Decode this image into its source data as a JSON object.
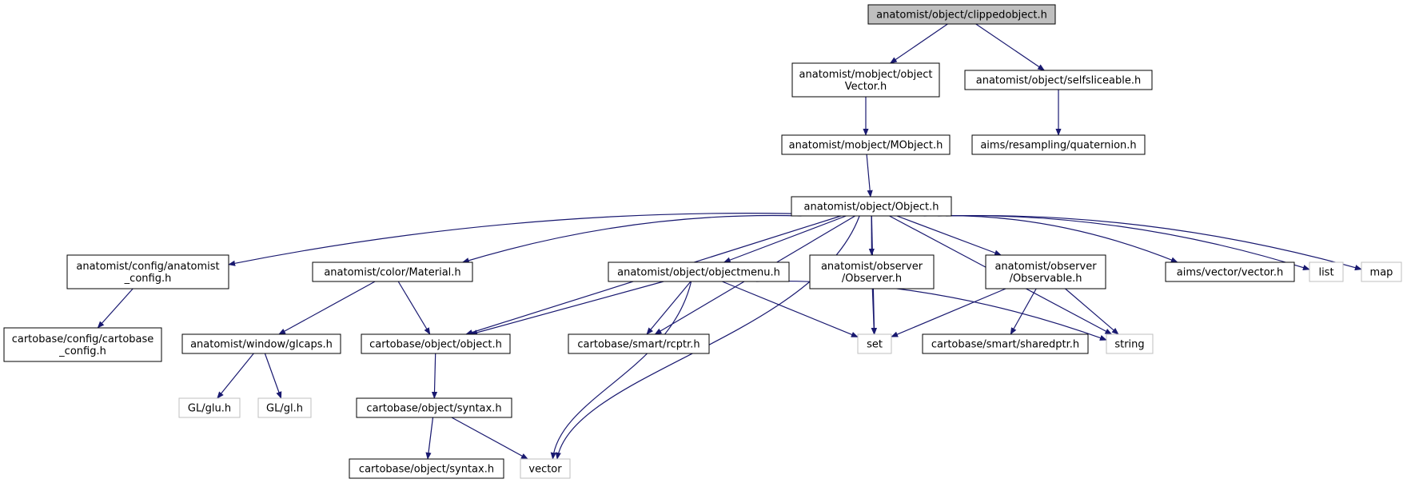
{
  "colors": {
    "edge": "#191970",
    "root_fill": "#bfbfbf",
    "node_border": "#000000",
    "external_border": "#bfbfbf",
    "node_fill": "#ffffff"
  },
  "nodes": [
    {
      "id": "clippedobject",
      "lines": [
        "anatomist/object/clippedobject.h"
      ],
      "kind": "root"
    },
    {
      "id": "objectvector",
      "lines": [
        "anatomist/mobject/object",
        "Vector.h"
      ],
      "kind": "local"
    },
    {
      "id": "selfsliceable",
      "lines": [
        "anatomist/object/selfsliceable.h"
      ],
      "kind": "local"
    },
    {
      "id": "mobject",
      "lines": [
        "anatomist/mobject/MObject.h"
      ],
      "kind": "local"
    },
    {
      "id": "quaternion",
      "lines": [
        "aims/resampling/quaternion.h"
      ],
      "kind": "local"
    },
    {
      "id": "object",
      "lines": [
        "anatomist/object/Object.h"
      ],
      "kind": "local"
    },
    {
      "id": "anatomist_config",
      "lines": [
        "anatomist/config/anatomist",
        "_config.h"
      ],
      "kind": "local"
    },
    {
      "id": "material",
      "lines": [
        "anatomist/color/Material.h"
      ],
      "kind": "local"
    },
    {
      "id": "objectmenu",
      "lines": [
        "anatomist/object/objectmenu.h"
      ],
      "kind": "local"
    },
    {
      "id": "observer",
      "lines": [
        "anatomist/observer",
        "/Observer.h"
      ],
      "kind": "local"
    },
    {
      "id": "observable",
      "lines": [
        "anatomist/observer",
        "/Observable.h"
      ],
      "kind": "local"
    },
    {
      "id": "aimsvector",
      "lines": [
        "aims/vector/vector.h"
      ],
      "kind": "local"
    },
    {
      "id": "list",
      "lines": [
        "list"
      ],
      "kind": "external"
    },
    {
      "id": "map",
      "lines": [
        "map"
      ],
      "kind": "external"
    },
    {
      "id": "cartobase_config",
      "lines": [
        "cartobase/config/cartobase",
        "_config.h"
      ],
      "kind": "local"
    },
    {
      "id": "glcaps",
      "lines": [
        "anatomist/window/glcaps.h"
      ],
      "kind": "local"
    },
    {
      "id": "cbobject",
      "lines": [
        "cartobase/object/object.h"
      ],
      "kind": "local"
    },
    {
      "id": "rcptr",
      "lines": [
        "cartobase/smart/rcptr.h"
      ],
      "kind": "local"
    },
    {
      "id": "set",
      "lines": [
        "set"
      ],
      "kind": "external"
    },
    {
      "id": "sharedptr",
      "lines": [
        "cartobase/smart/sharedptr.h"
      ],
      "kind": "local"
    },
    {
      "id": "string",
      "lines": [
        "string"
      ],
      "kind": "external"
    },
    {
      "id": "glu",
      "lines": [
        "GL/glu.h"
      ],
      "kind": "external"
    },
    {
      "id": "gl",
      "lines": [
        "GL/gl.h"
      ],
      "kind": "external"
    },
    {
      "id": "syntax1",
      "lines": [
        "cartobase/object/syntax.h"
      ],
      "kind": "local"
    },
    {
      "id": "syntax2",
      "lines": [
        "cartobase/object/syntax.h"
      ],
      "kind": "local"
    },
    {
      "id": "vector",
      "lines": [
        "vector"
      ],
      "kind": "external"
    }
  ],
  "edges": [
    [
      "clippedobject",
      "objectvector"
    ],
    [
      "clippedobject",
      "selfsliceable"
    ],
    [
      "objectvector",
      "mobject"
    ],
    [
      "selfsliceable",
      "quaternion"
    ],
    [
      "mobject",
      "object"
    ],
    [
      "object",
      "anatomist_config"
    ],
    [
      "object",
      "material"
    ],
    [
      "object",
      "cbobject"
    ],
    [
      "object",
      "vector"
    ],
    [
      "object",
      "rcptr"
    ],
    [
      "object",
      "objectmenu"
    ],
    [
      "object",
      "observer"
    ],
    [
      "object",
      "set"
    ],
    [
      "object",
      "observable"
    ],
    [
      "object",
      "string"
    ],
    [
      "object",
      "aimsvector"
    ],
    [
      "object",
      "list"
    ],
    [
      "object",
      "map"
    ],
    [
      "anatomist_config",
      "cartobase_config"
    ],
    [
      "material",
      "glcaps"
    ],
    [
      "material",
      "cbobject"
    ],
    [
      "objectmenu",
      "cbobject"
    ],
    [
      "objectmenu",
      "rcptr"
    ],
    [
      "objectmenu",
      "vector"
    ],
    [
      "objectmenu",
      "set"
    ],
    [
      "objectmenu",
      "string"
    ],
    [
      "observer",
      "set"
    ],
    [
      "observable",
      "set"
    ],
    [
      "observable",
      "sharedptr"
    ],
    [
      "observable",
      "string"
    ],
    [
      "glcaps",
      "glu"
    ],
    [
      "glcaps",
      "gl"
    ],
    [
      "cbobject",
      "syntax1"
    ],
    [
      "syntax1",
      "syntax2"
    ],
    [
      "syntax1",
      "vector"
    ]
  ]
}
